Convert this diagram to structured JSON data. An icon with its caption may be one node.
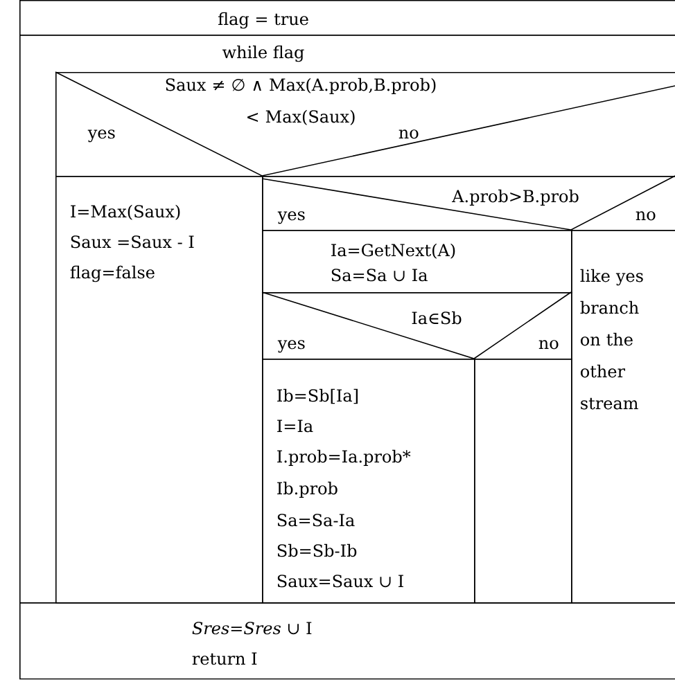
{
  "diagram": {
    "nodes": [
      {
        "text": [
          "flag = true"
        ]
      },
      {
        "text": [
          "while flag"
        ]
      },
      {
        "text": [
          "Saux ≠ ∅ ∧ Max(A.prob,B.prob) < Max(Saux)",
          "yes",
          "no"
        ],
        "in": 1
      },
      {
        "text": [
          "I=Max(Saux)",
          "Saux =Saux - I",
          "flag=false"
        ],
        "in": 1
      },
      {
        "text": [
          "A.prob>B.prob",
          "yes",
          "no"
        ],
        "in": 1
      },
      {
        "text": [
          "Ia=GetNext(A)",
          "Sa=Sa ∪ Ia"
        ],
        "in": 1
      },
      {
        "text": [
          "Ia∈Sb",
          "yes",
          "no"
        ],
        "in": 1
      },
      {
        "text": [
          "Ib=Sb[Ia]",
          "I=Ia",
          "I.prob=Ia.prob* Ib.prob",
          "Sa=Sa-Ia",
          "Sb=Sb-Ib",
          "Saux=Saux ∪ I"
        ],
        "in": 1
      },
      {
        "text": [],
        "shape": "box",
        "in": 1
      },
      {
        "text": [
          "like yes branch on the other stream"
        ],
        "in": 1
      },
      {
        "text": [
          "*Sres*=*Sres* ∪ I",
          "return I"
        ]
      }
    ]
  }
}
